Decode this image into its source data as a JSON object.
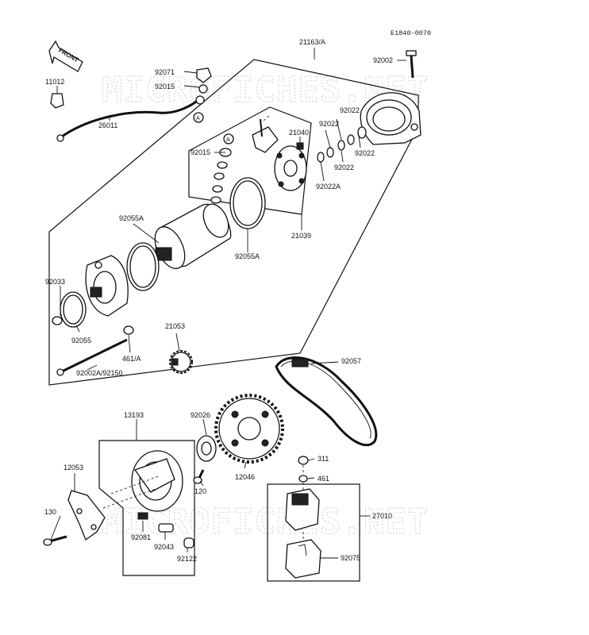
{
  "reference_code": "E1840-0070",
  "front_marker": "FRONT",
  "watermark": "MICROFICHES.NET",
  "callout_letter": "A",
  "labels": {
    "p21163A": "21163/A",
    "p92002": "92002",
    "p92071": "92071",
    "p92015a": "92015",
    "p11012": "11012",
    "p26011": "26011",
    "p21040": "21040",
    "p92022a": "92022",
    "p92022b": "92022",
    "p92022c": "92022",
    "p92022d": "92022",
    "p92015b": "92015",
    "p92022A": "92022A",
    "p21039": "21039",
    "p92055Aa": "92055A",
    "p92055Ab": "92055A",
    "p92033": "92033",
    "p92055": "92055",
    "p461A": "461/A",
    "p21053": "21053",
    "p92002A": "92002A/92150",
    "p92057": "92057",
    "p13193": "13193",
    "p92026": "92026",
    "p12046": "12046",
    "p311": "311",
    "p461": "461",
    "p12053": "12053",
    "p120": "120",
    "p27010": "27010",
    "p130": "130",
    "p92081": "92081",
    "p92043": "92043",
    "p92122": "92122",
    "p92075": "92075"
  }
}
